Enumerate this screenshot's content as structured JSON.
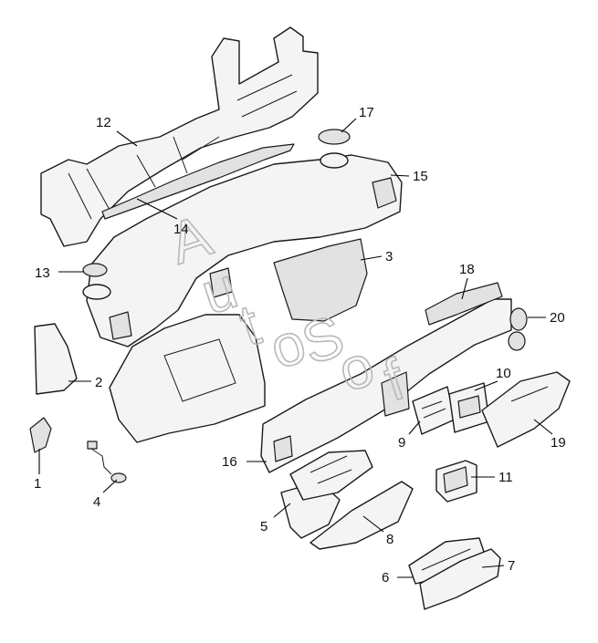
{
  "callouts": [
    {
      "id": "1",
      "label": "1"
    },
    {
      "id": "2",
      "label": "2"
    },
    {
      "id": "3",
      "label": "3"
    },
    {
      "id": "4",
      "label": "4"
    },
    {
      "id": "5",
      "label": "5"
    },
    {
      "id": "6",
      "label": "6"
    },
    {
      "id": "7",
      "label": "7"
    },
    {
      "id": "8",
      "label": "8"
    },
    {
      "id": "9",
      "label": "9"
    },
    {
      "id": "10",
      "label": "10"
    },
    {
      "id": "11",
      "label": "11"
    },
    {
      "id": "12",
      "label": "12"
    },
    {
      "id": "13",
      "label": "13"
    },
    {
      "id": "14",
      "label": "14"
    },
    {
      "id": "15",
      "label": "15"
    },
    {
      "id": "16",
      "label": "16"
    },
    {
      "id": "17",
      "label": "17"
    },
    {
      "id": "18",
      "label": "18"
    },
    {
      "id": "19",
      "label": "19"
    },
    {
      "id": "20",
      "label": "20"
    }
  ],
  "watermark": [
    "A",
    "u",
    "t",
    "o",
    "S",
    "o",
    "f"
  ]
}
